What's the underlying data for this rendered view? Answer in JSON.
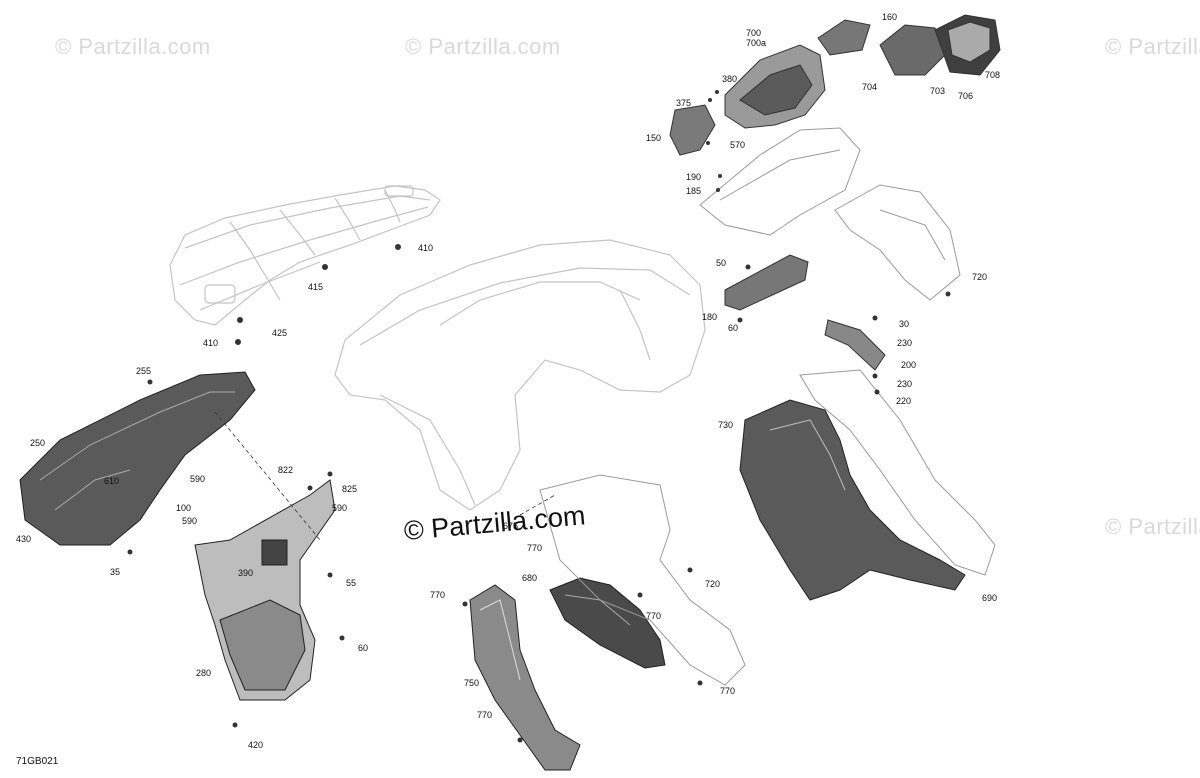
{
  "watermark": {
    "text": "© Partzilla.com"
  },
  "diagram_code": "71GB021",
  "callouts": [
    "700",
    "700a",
    "160",
    "380",
    "375",
    "150",
    "570",
    "704",
    "703",
    "706",
    "708",
    "190",
    "185",
    "410",
    "415",
    "425",
    "410",
    "50",
    "180",
    "60",
    "720",
    "30",
    "230",
    "200",
    "230",
    "220",
    "255",
    "250",
    "610",
    "590",
    "100",
    "590",
    "430",
    "35",
    "822",
    "825",
    "590",
    "390",
    "55",
    "60",
    "280",
    "420",
    "730",
    "690",
    "675",
    "770",
    "770",
    "680",
    "720",
    "770",
    "750",
    "770",
    "770"
  ],
  "colors": {
    "line": "#333333",
    "light_line": "#bdbdbd",
    "dark_fill": "#4a4a4a",
    "mid_fill": "#8c8c8c",
    "watermark": "#d9d9d9"
  }
}
